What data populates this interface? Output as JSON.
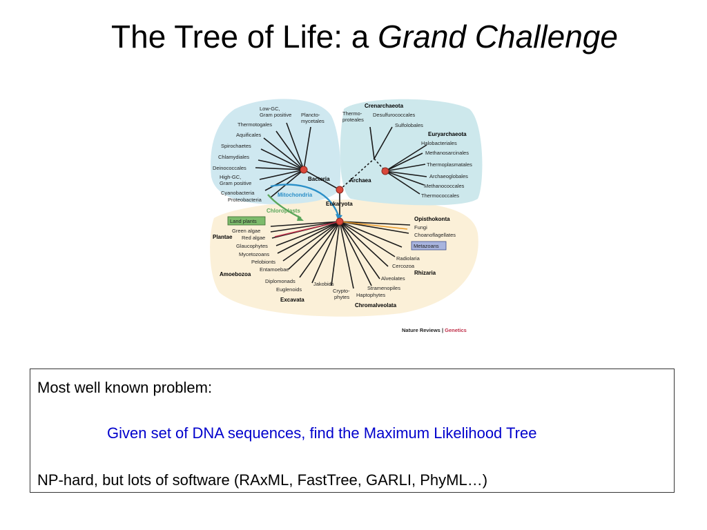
{
  "slide": {
    "title_plain": "The Tree of Life: a ",
    "title_italic": "Grand Challenge"
  },
  "figure": {
    "groups": {
      "bacteria": "Bacteria",
      "archaea": "Archaea",
      "eukaryota": "Eukaryota",
      "crenarchaeota": "Crenarchaeota",
      "euryarchaeota": "Euryarchaeota",
      "opisthokonta": "Opisthokonta",
      "plantae": "Plantae",
      "amoebozoa": "Amoebozoa",
      "excavata": "Excavata",
      "rhizaria": "Rhizaria",
      "chromalveolata": "Chromalveolata",
      "mitochondria": "Mitochondria",
      "chloroplasts": "Chloroplasts"
    },
    "bacteria_taxa": {
      "lowgc_1": "Low-GC,",
      "lowgc_2": "Gram positive",
      "plancto_1": "Plancto-",
      "plancto_2": "mycetales",
      "thermotogales": "Thermotogales",
      "aquificales": "Aquificales",
      "spirochaetes": "Spirochaetes",
      "chlamydiales": "Chlamydiales",
      "deinococcales": "Deinococcales",
      "highgc_1": "High-GC,",
      "highgc_2": "Gram positive",
      "cyanobacteria": "Cyanobacteria",
      "proteobacteria": "Proteobacteria"
    },
    "archaea_taxa": {
      "thermoproteales_1": "Thermo-",
      "thermoproteales_2": "proteales",
      "desulfurococcales": "Desulfurococcales",
      "sulfolobales": "Sulfolobales",
      "halobacteriales": "Halobacteriales",
      "methanosarcinales": "Methanosarcinales",
      "thermoplasmatales": "Thermoplasmatales",
      "archaeoglobales": "Archaeoglobales",
      "methanococcales": "Methanococcales",
      "thermococcales": "Thermococcales"
    },
    "eukaryote_taxa": {
      "land_plants": "Land plants",
      "green_algae": "Green algae",
      "red_algae": "Red algae",
      "glaucophytes": "Glaucophytes",
      "mycetozoans": "Mycetozoans",
      "pelobionts": "Pelobionts",
      "entamoebae": "Entamoebae",
      "diplomonads": "Diplomonads",
      "euglenoids": "Euglenoids",
      "jakobids": "Jakobids",
      "crypto_1": "Crypto-",
      "crypto_2": "phytes",
      "haptophytes": "Haptophytes",
      "stramenopiles": "Stramenopiles",
      "alveolates": "Alveolates",
      "cercozoa": "Cercozoa",
      "radiolaria": "Radiolaria",
      "metazoans": "Metazoans",
      "choanoflagellates": "Choanoflagellates",
      "fungi": "Fungi"
    },
    "credit_journal": "Nature Reviews",
    "credit_sep": " | ",
    "credit_section": "Genetics",
    "colors": {
      "bacteria_bg": "#cfe8f0",
      "archaea_bg": "#cde8ec",
      "eukaryota_bg": "#fbf0d8",
      "node_red": "#d9483b",
      "mitochondria_arrow": "#2a8fc8",
      "chloroplast_arrow": "#5aa65a",
      "label_box_green": "#7dbb6c",
      "label_box_blue": "#a8b4de"
    }
  },
  "textbox": {
    "line1": "Most well known problem:",
    "line2": "Given set of DNA sequences, find the Maximum Likelihood Tree",
    "line3": "NP-hard, but lots of software (RAxML, FastTree, GARLI, PhyML…)"
  }
}
